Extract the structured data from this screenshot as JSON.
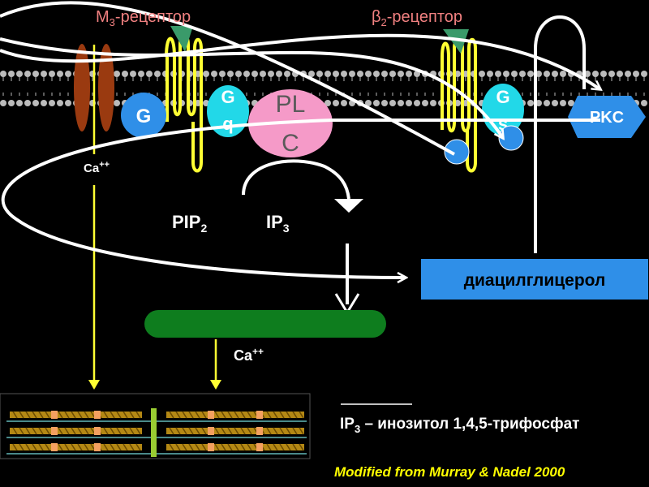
{
  "receptors": {
    "m3": {
      "base": "M",
      "sub": "3",
      "suffix": "-рецептор"
    },
    "b2": {
      "base": "β",
      "sub": "2",
      "suffix": "-рецептор"
    }
  },
  "proteins": {
    "g_left": "G",
    "gq_left_g": "G",
    "gq_left_q": "q",
    "plc_top": "PL",
    "plc_bottom": "C",
    "gs_right_g": "G",
    "gs_right_s": "s",
    "pkc": "PKC"
  },
  "molecules": {
    "ca_top": {
      "base": "Ca",
      "sup": "++"
    },
    "ca_mid": {
      "base": "Ca",
      "sup": "++"
    },
    "pip2": {
      "base": "PIP",
      "sub": "2"
    },
    "ip3": {
      "base": "IP",
      "sub": "3"
    },
    "dag": "диацилглицерол"
  },
  "legend": {
    "base": "IP",
    "sub": "3",
    "text": " – инозитол 1,4,5-трифосфат"
  },
  "credit": "Modified from Murray & Nadel 2000",
  "colors": {
    "background": "#000000",
    "receptor_label": "#f08080",
    "receptor_coil": "#ffff33",
    "ligand": "#3a9a6a",
    "g_protein": "#2f8fe8",
    "gq_protein": "#22d8e8",
    "plc": "#f59ac8",
    "ion_channel": "#9a3a10",
    "sr": "#0e7d1e",
    "dag_box": "#2f8fe8",
    "calcium_path": "#ffff33",
    "pathway": "#ffffff"
  }
}
